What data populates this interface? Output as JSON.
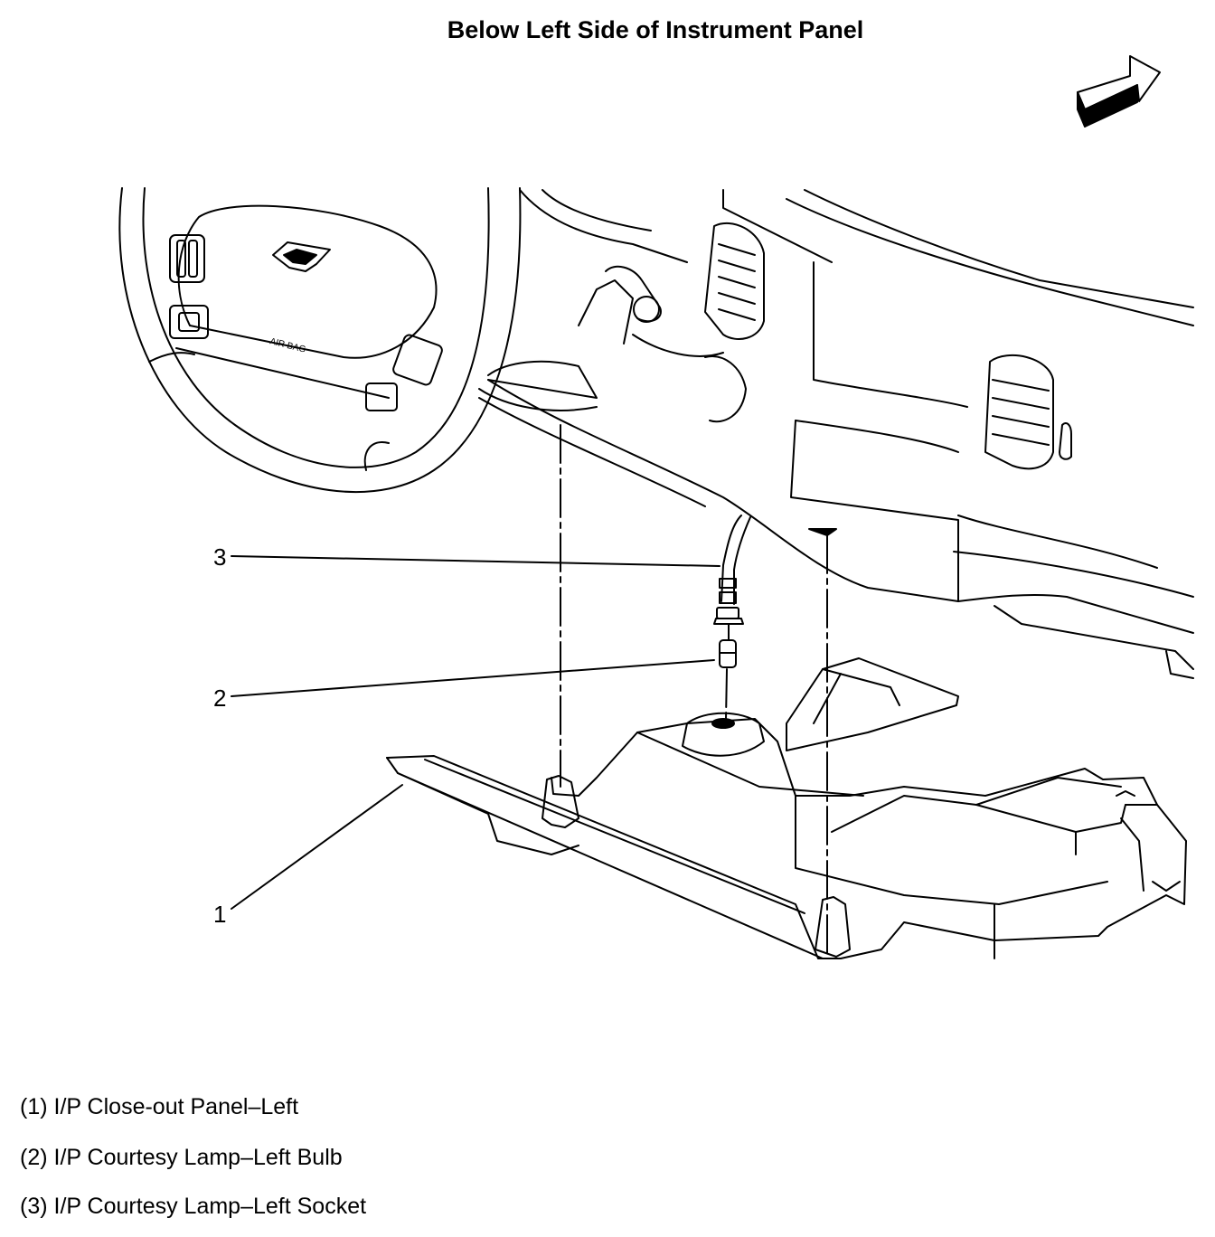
{
  "title": "Below Left Side of Instrument Panel",
  "callouts": [
    {
      "id": "1",
      "text": "1"
    },
    {
      "id": "2",
      "text": "2"
    },
    {
      "id": "3",
      "text": "3"
    }
  ],
  "legend": [
    {
      "text": "(1) I/P Close-out Panel–Left"
    },
    {
      "text": "(2) I/P Courtesy Lamp–Left Bulb"
    },
    {
      "text": "(3) I/P Courtesy Lamp–Left Socket"
    }
  ],
  "icons": {
    "direction": "forward-arrow-icon",
    "logo": "bowtie-logo-icon"
  },
  "colors": {
    "line": "#000000",
    "background": "#ffffff"
  }
}
